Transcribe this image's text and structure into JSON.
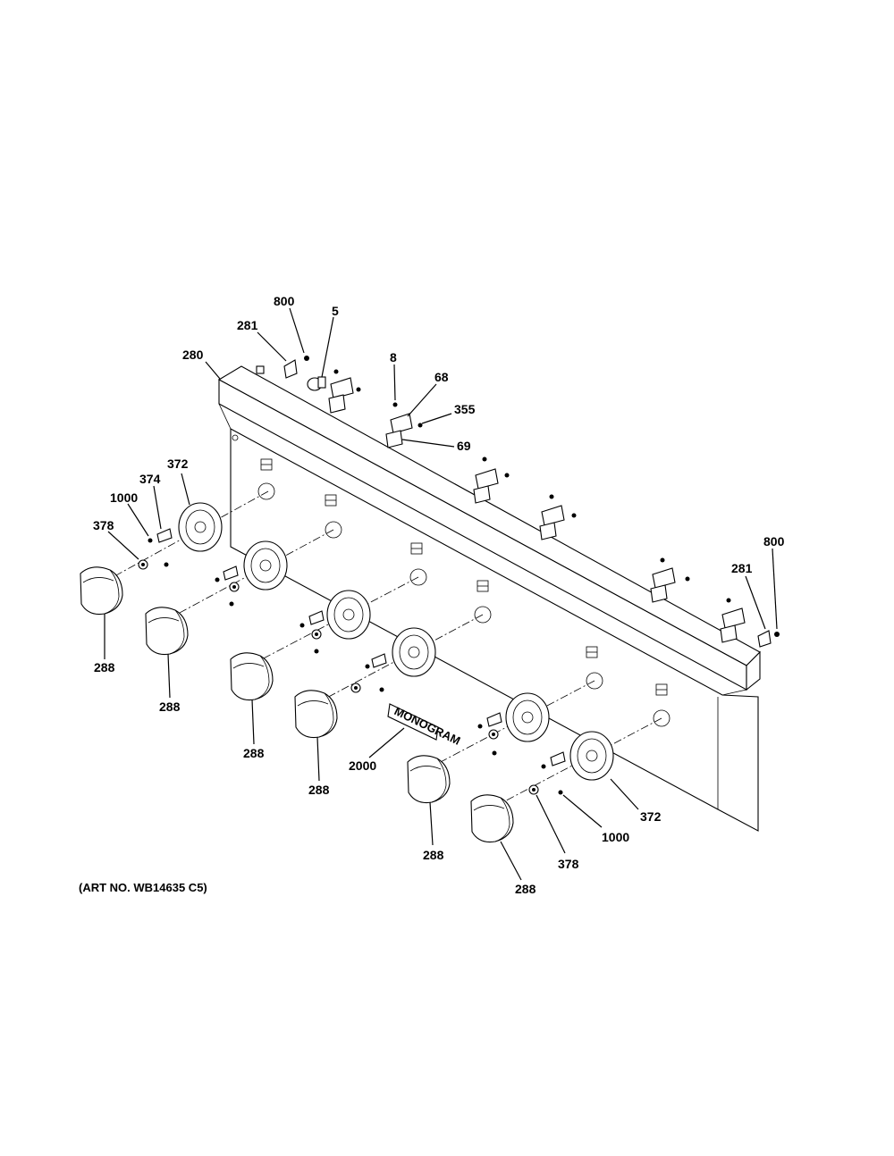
{
  "diagram": {
    "caption": "(ART NO. WB14635 C5)",
    "badge_text": "MONOGRAM",
    "callouts": {
      "c800_top": "800",
      "c5": "5",
      "c281_top": "281",
      "c280": "280",
      "c8": "8",
      "c68": "68",
      "c355": "355",
      "c69": "69",
      "c372_left": "372",
      "c374": "374",
      "c1000_left": "1000",
      "c378_left": "378",
      "c288_1": "288",
      "c288_2": "288",
      "c288_3": "288",
      "c288_4": "288",
      "c288_5": "288",
      "c288_6": "288",
      "c2000": "2000",
      "c800_right": "800",
      "c281_right": "281",
      "c372_right": "372",
      "c1000_right": "1000",
      "c378_right": "378"
    }
  }
}
